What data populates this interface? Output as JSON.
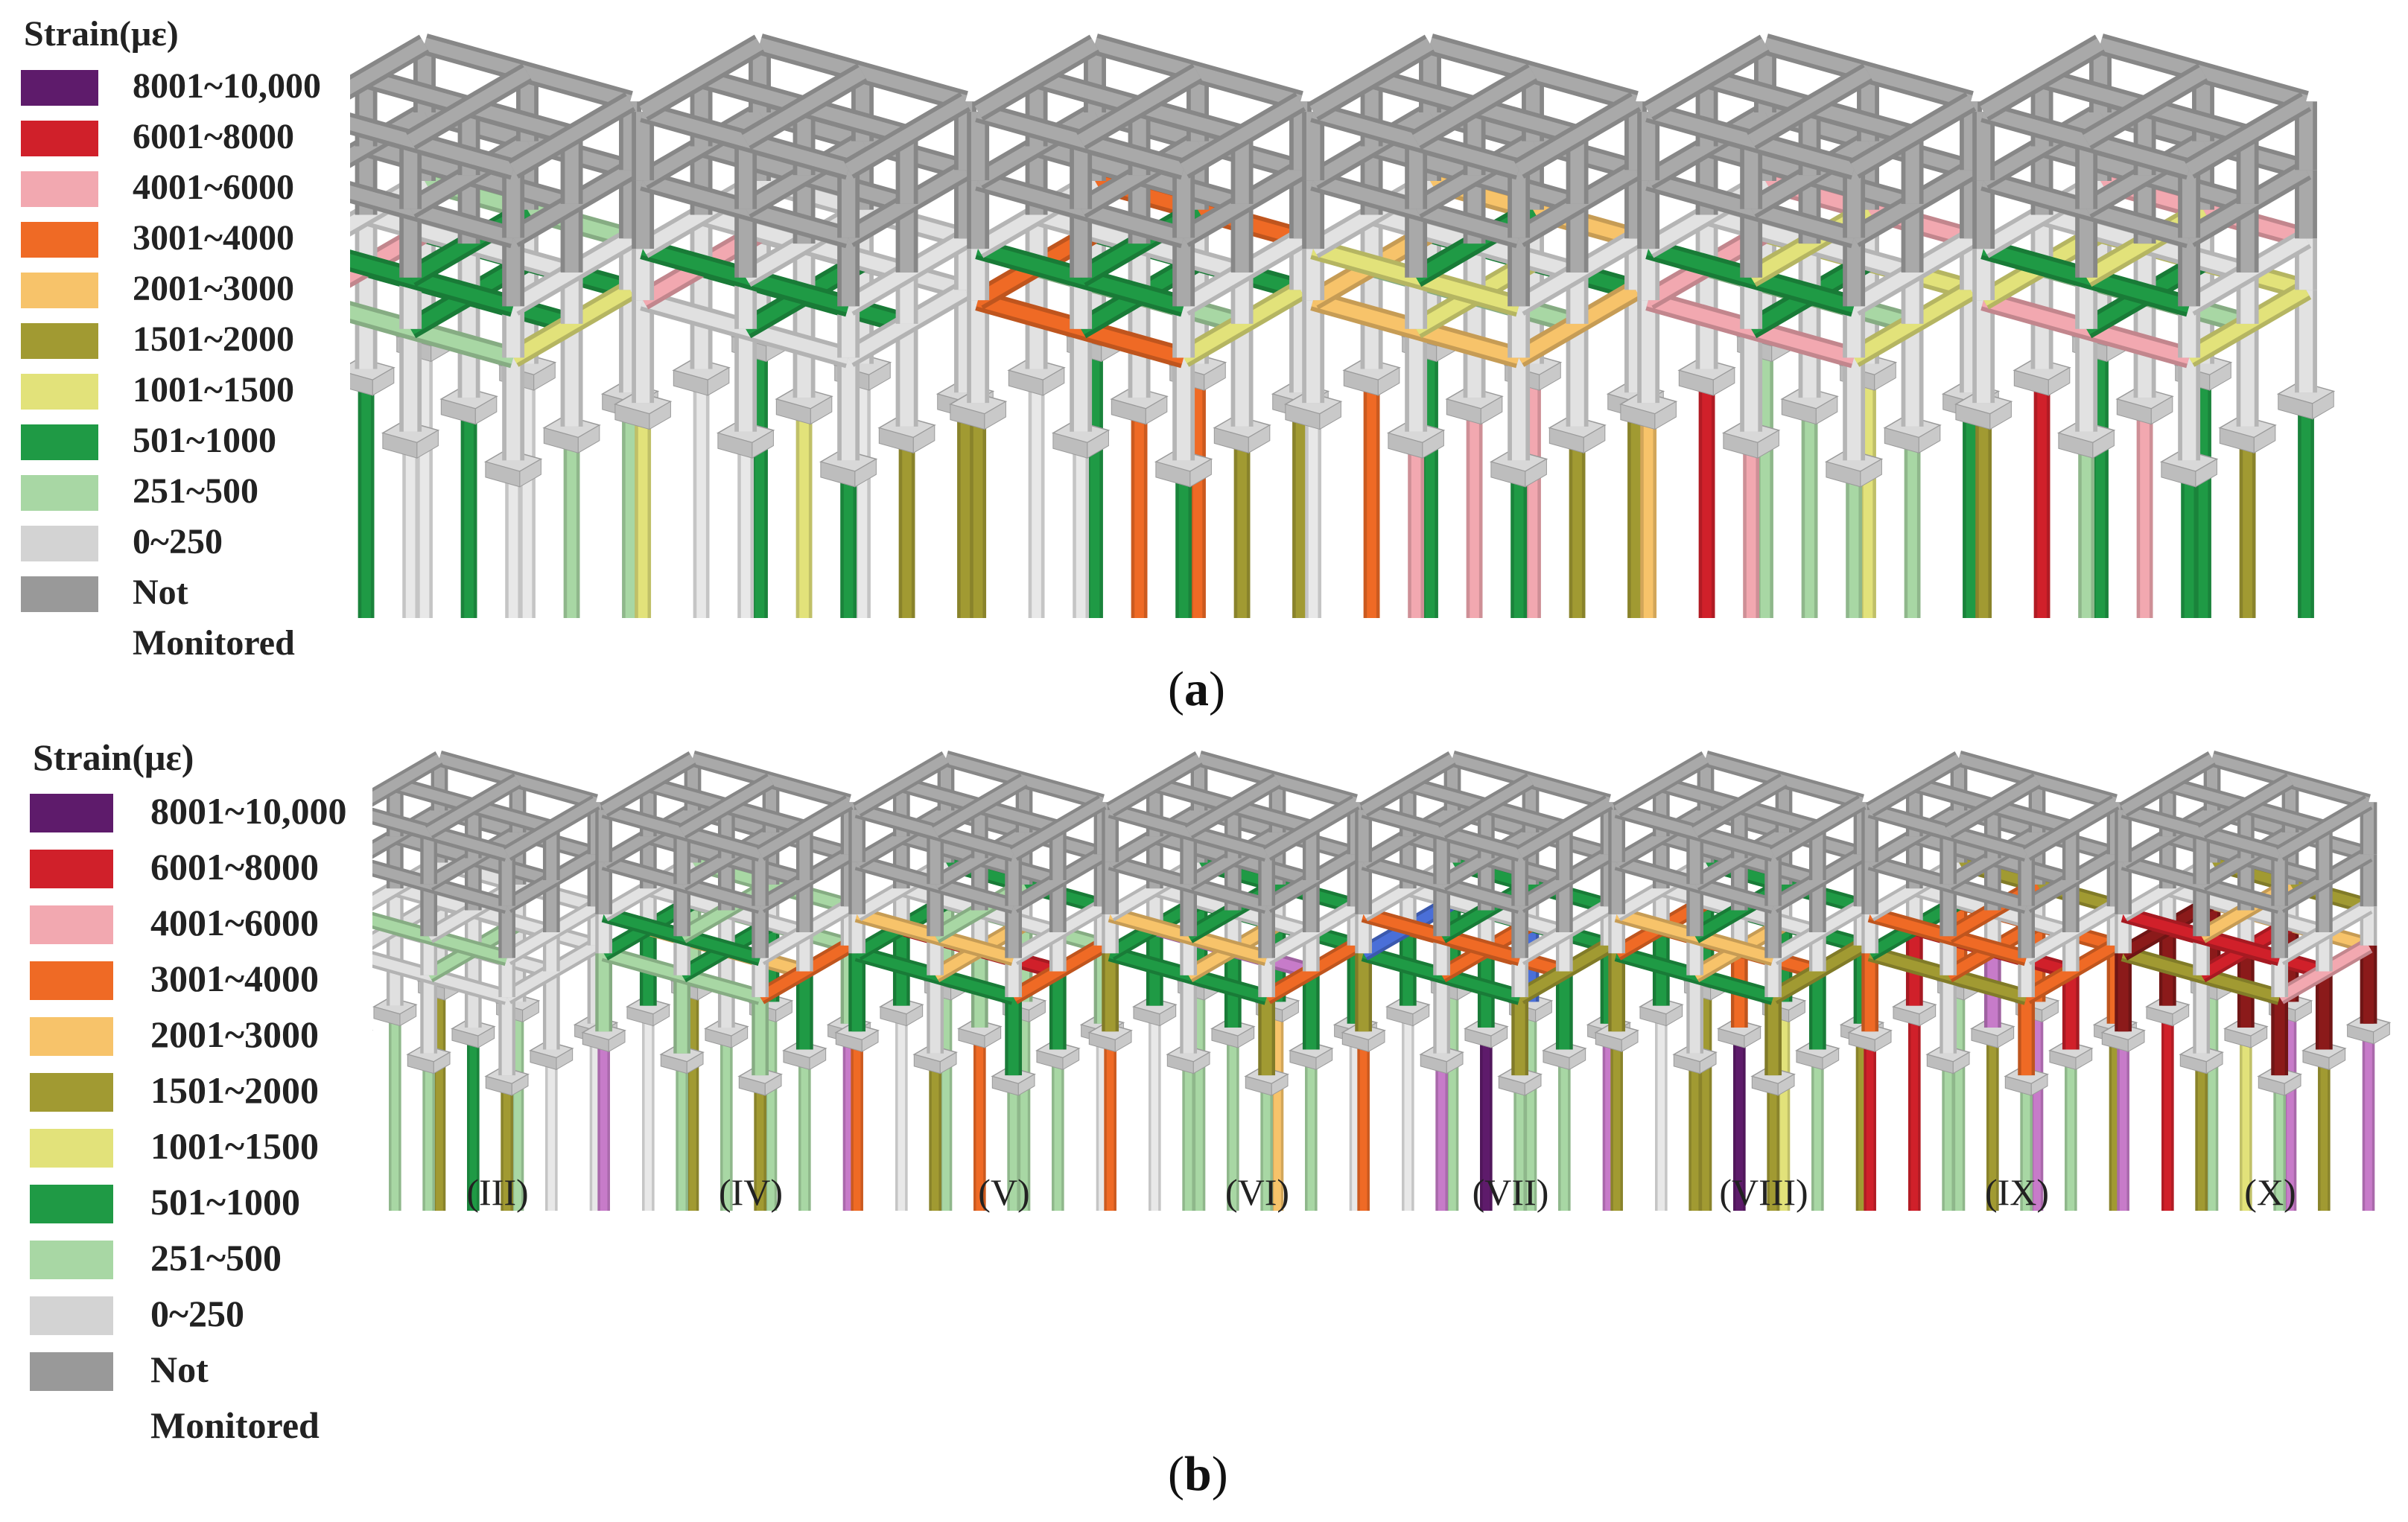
{
  "legend_a": {
    "title": "Strain(με)",
    "items": [
      {
        "label": "8001~10,000",
        "color": "#5e1b6b"
      },
      {
        "label": "6001~8000",
        "color": "#d0202a"
      },
      {
        "label": "4001~6000",
        "color": "#f2a8b0"
      },
      {
        "label": "3001~4000",
        "color": "#ef6a25"
      },
      {
        "label": "2001~3000",
        "color": "#f7c36a"
      },
      {
        "label": "1501~2000",
        "color": "#a19a32"
      },
      {
        "label": "1001~1500",
        "color": "#e2e27a"
      },
      {
        "label": "501~1000",
        "color": "#1f9a45"
      },
      {
        "label": "251~500",
        "color": "#a8d7a4"
      },
      {
        "label": "0~250",
        "color": "#d3d3d3"
      },
      {
        "label": "Not Monitored",
        "color": "#999999",
        "line1": "Not",
        "line2": "Monitored"
      }
    ]
  },
  "legend_b": {
    "title": "Strain(με)",
    "items": [
      {
        "label": "8001~10,000",
        "color": "#5e1b6b"
      },
      {
        "label": "6001~8000",
        "color": "#d0202a"
      },
      {
        "label": "4001~6000",
        "color": "#f2a8b0"
      },
      {
        "label": "3001~4000",
        "color": "#ef6a25"
      },
      {
        "label": "2001~3000",
        "color": "#f7c36a"
      },
      {
        "label": "1501~2000",
        "color": "#a19a32"
      },
      {
        "label": "1001~1500",
        "color": "#e2e27a"
      },
      {
        "label": "501~1000",
        "color": "#1f9a45"
      },
      {
        "label": "251~500",
        "color": "#a8d7a4"
      },
      {
        "label": "0~250",
        "color": "#d3d3d3"
      },
      {
        "label": "Not Monitored",
        "color": "#999999",
        "line1": "Not",
        "line2": "Monitored"
      }
    ]
  },
  "panel_a": {
    "label": "a",
    "models": [
      {
        "beams": [
          "#1f9a45",
          "#1f9a45",
          "#a8d7a4",
          "#f2a8b0",
          "#1f9a45",
          "#e2e27a"
        ],
        "piles": [
          "#e8e8e8",
          "#1f9a45",
          "#e8e8e8",
          "#e8e8e8",
          "#1f9a45",
          "#e8e8e8",
          "#a8d7a4",
          "#a8d7a4"
        ]
      },
      {
        "beams": [
          "#e0e0e0",
          "#1f9a45",
          "#e0e0e0",
          "#f2a8b0",
          "#1f9a45",
          "#e0e0e0"
        ],
        "piles": [
          "#1f9a45",
          "#e8e8e8",
          "#e2e27a",
          "#e8e8e8",
          "#e2e27a",
          "#e8e8e8",
          "#a19a32",
          "#a19a32"
        ]
      },
      {
        "beams": [
          "#1f9a45",
          "#a8d7a4",
          "#ef6a25",
          "#ef6a25",
          "#1f9a45",
          "#e2e27a"
        ],
        "piles": [
          "#1f9a45",
          "#e8e8e8",
          "#a19a32",
          "#ef6a25",
          "#ef6a25",
          "#e8e8e8",
          "#a19a32",
          "#a19a32"
        ]
      },
      {
        "beams": [
          "#1f9a45",
          "#a8d7a4",
          "#f7c36a",
          "#f7c36a",
          "#e2e27a",
          "#f7c36a"
        ],
        "piles": [
          "#1f9a45",
          "#ef6a25",
          "#e8e8e8",
          "#f2a8b0",
          "#f2a8b0",
          "#f2a8b0",
          "#a19a32",
          "#a19a32"
        ]
      },
      {
        "beams": [
          "#e2e27a",
          "#a8d7a4",
          "#f2a8b0",
          "#f2a8b0",
          "#1f9a45",
          "#e2e27a"
        ],
        "piles": [
          "#a8d7a4",
          "#d0202a",
          "#f7c36a",
          "#e2e27a",
          "#a8d7a4",
          "#f2a8b0",
          "#1f9a45",
          "#a8d7a4"
        ]
      },
      {
        "beams": [
          "#e2e27a",
          "#a8d7a4",
          "#f2a8b0",
          "#e2e27a",
          "#1f9a45",
          "#e2e27a"
        ],
        "piles": [
          "#1f9a45",
          "#d0202a",
          "#a19a32",
          "#1f9a45",
          "#f2a8b0",
          "#a8d7a4",
          "#1f9a45",
          "#a19a32"
        ]
      }
    ]
  },
  "panel_b": {
    "label": "b",
    "models": [
      {
        "stage": "(III)",
        "beams": [
          "#e0e0e0",
          "#e0e0e0",
          "#e0e0e0",
          "#e0e0e0",
          "#a8d7a4",
          "#e0e0e0"
        ],
        "columns": [
          "#e0e0e0",
          "#e0e0e0",
          "#e0e0e0",
          "#e0e0e0",
          "#e0e0e0",
          "#e0e0e0"
        ],
        "piles": [
          "#a19a32",
          "#a8d7a4",
          "#e8e8e8",
          "#a8d7a4",
          "#1f9a45",
          "#a8d7a4",
          "#e8e8e8",
          "#e8e8e8"
        ]
      },
      {
        "stage": "(IV)",
        "beams": [
          "#a8d7a4",
          "#f7c36a",
          "#a8d7a4",
          "#1f9a45",
          "#1f9a45",
          "#ef6a25"
        ],
        "columns": [
          "#a8d7a4",
          "#1f9a45",
          "#a8d7a4",
          "#1f9a45",
          "#e0e0e0",
          "#a8d7a4"
        ],
        "piles": [
          "#a19a32",
          "#e8e8e8",
          "#c77bc9",
          "#a8d7a4",
          "#a8d7a4",
          "#a8d7a4",
          "#c77bc9",
          "#a8d7a4"
        ]
      },
      {
        "stage": "(V)",
        "beams": [
          "#a8d7a4",
          "#d0202a",
          "#1f9a45",
          "#1f9a45",
          "#f7c36a",
          "#ef6a25"
        ],
        "columns": [
          "#a8d7a4",
          "#1f9a45",
          "#1f9a45",
          "#a8d7a4",
          "#a8d7a4",
          "#e0e0e0"
        ],
        "piles": [
          "#a8d7a4",
          "#e8e8e8",
          "#ef6a25",
          "#a8d7a4",
          "#ef6a25",
          "#a19a32",
          "#e8e8e8",
          "#a8d7a4"
        ]
      },
      {
        "stage": "(VI)",
        "beams": [
          "#1f9a45",
          "#c77bc9",
          "#1f9a45",
          "#1f9a45",
          "#f7c36a",
          "#ef6a25"
        ],
        "columns": [
          "#1f9a45",
          "#1f9a45",
          "#a19a32",
          "#1f9a45",
          "#1f9a45",
          "#e0e0e0"
        ],
        "piles": [
          "#a8d7a4",
          "#e8e8e8",
          "#ef6a25",
          "#f7c36a",
          "#a8d7a4",
          "#a8d7a4",
          "#e8e8e8",
          "#a8d7a4"
        ]
      },
      {
        "stage": "(VII)",
        "beams": [
          "#1f9a45",
          "#ef6a25",
          "#1f9a45",
          "#4a6fd8",
          "#ef6a25",
          "#a19a32"
        ],
        "columns": [
          "#1f9a45",
          "#1f9a45",
          "#a19a32",
          "#4a6fd8",
          "#1f9a45",
          "#e0e0e0"
        ],
        "piles": [
          "#a8d7a4",
          "#e8e8e8",
          "#ef6a25",
          "#a8d7a4",
          "#5e1b6b",
          "#c77bc9",
          "#c77bc9",
          "#a8d7a4"
        ]
      },
      {
        "stage": "(VIII)",
        "beams": [
          "#1f9a45",
          "#ef6a25",
          "#1f9a45",
          "#ef6a25",
          "#f7c36a",
          "#a19a32"
        ],
        "columns": [
          "#1f9a45",
          "#1f9a45",
          "#a19a32",
          "#1f9a45",
          "#ef6a25",
          "#e0e0e0"
        ],
        "piles": [
          "#a19a32",
          "#e8e8e8",
          "#a19a32",
          "#e2e27a",
          "#5e1b6b",
          "#a19a32",
          "#a19a32",
          "#a8d7a4"
        ]
      },
      {
        "stage": "(IX)",
        "beams": [
          "#ef6a25",
          "#d0202a",
          "#a19a32",
          "#1f9a45",
          "#ef6a25",
          "#ef6a25"
        ],
        "columns": [
          "#ef6a25",
          "#d0202a",
          "#ef6a25",
          "#ef6a25",
          "#c77bc9",
          "#e0e0e0"
        ],
        "piles": [
          "#a8d7a4",
          "#d0202a",
          "#d0202a",
          "#c77bc9",
          "#a19a32",
          "#a8d7a4",
          "#a19a32",
          "#a8d7a4"
        ]
      },
      {
        "stage": "(X)",
        "beams": [
          "#f7c36a",
          "#d0202a",
          "#a19a32",
          "#8b1a1a",
          "#d0202a",
          "#f2a8b0"
        ],
        "columns": [
          "#8b1a1a",
          "#8b1a1a",
          "#8b1a1a",
          "#8b1a1a",
          "#8b1a1a",
          "#e0e0e0"
        ],
        "piles": [
          "#a8d7a4",
          "#d0202a",
          "#c77bc9",
          "#c77bc9",
          "#e2e27a",
          "#a19a32",
          "#c77bc9",
          "#a19a32"
        ]
      }
    ]
  }
}
